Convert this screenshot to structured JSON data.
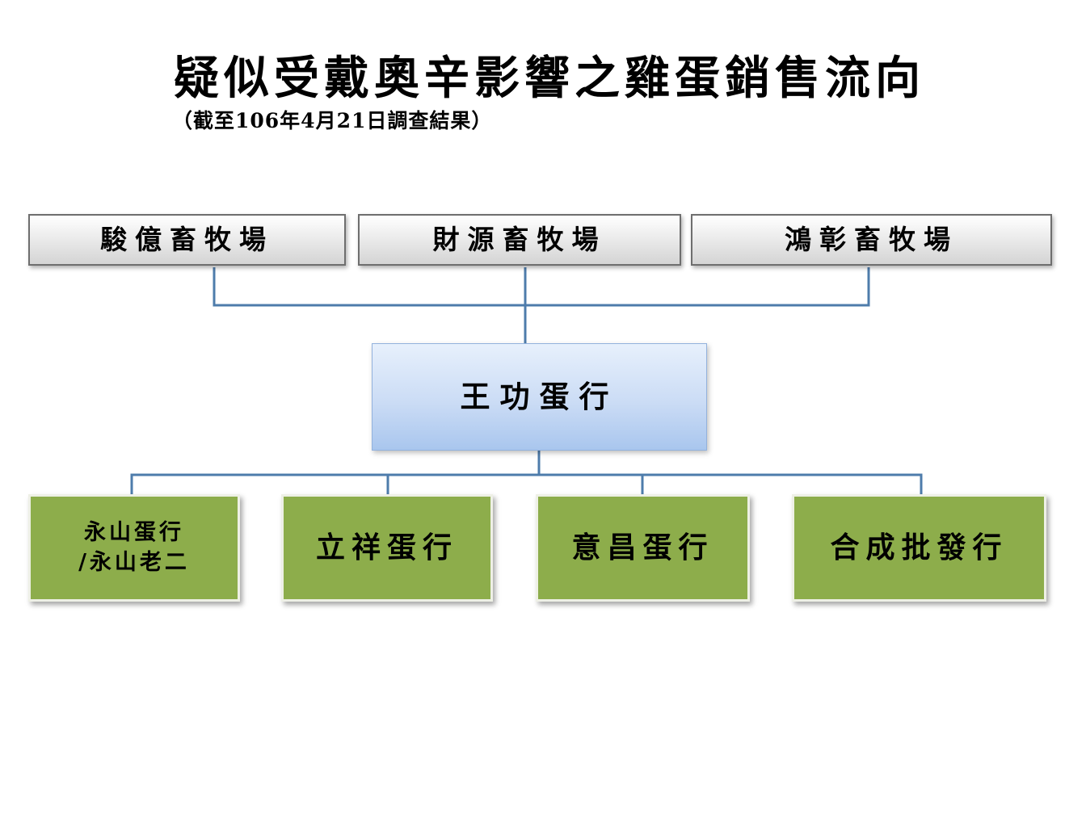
{
  "title": "疑似受戴奧辛影響之雞蛋銷售流向",
  "subtitle": "（截至106年4月21日調查結果）",
  "colors": {
    "connector": "#4e7cab",
    "farm_box_fill": "#d9d9d9",
    "distributor_box_fill": "#a9c6ee",
    "retailer_box_fill": "#8dad4b"
  },
  "farms": [
    {
      "label": "駿億畜牧場"
    },
    {
      "label": "財源畜牧場"
    },
    {
      "label": "鴻彰畜牧場"
    }
  ],
  "distributor": {
    "label": "王功蛋行"
  },
  "retailers": [
    {
      "label": "永山蛋行\n/永山老二"
    },
    {
      "label": "立祥蛋行"
    },
    {
      "label": "意昌蛋行"
    },
    {
      "label": "合成批發行"
    }
  ]
}
